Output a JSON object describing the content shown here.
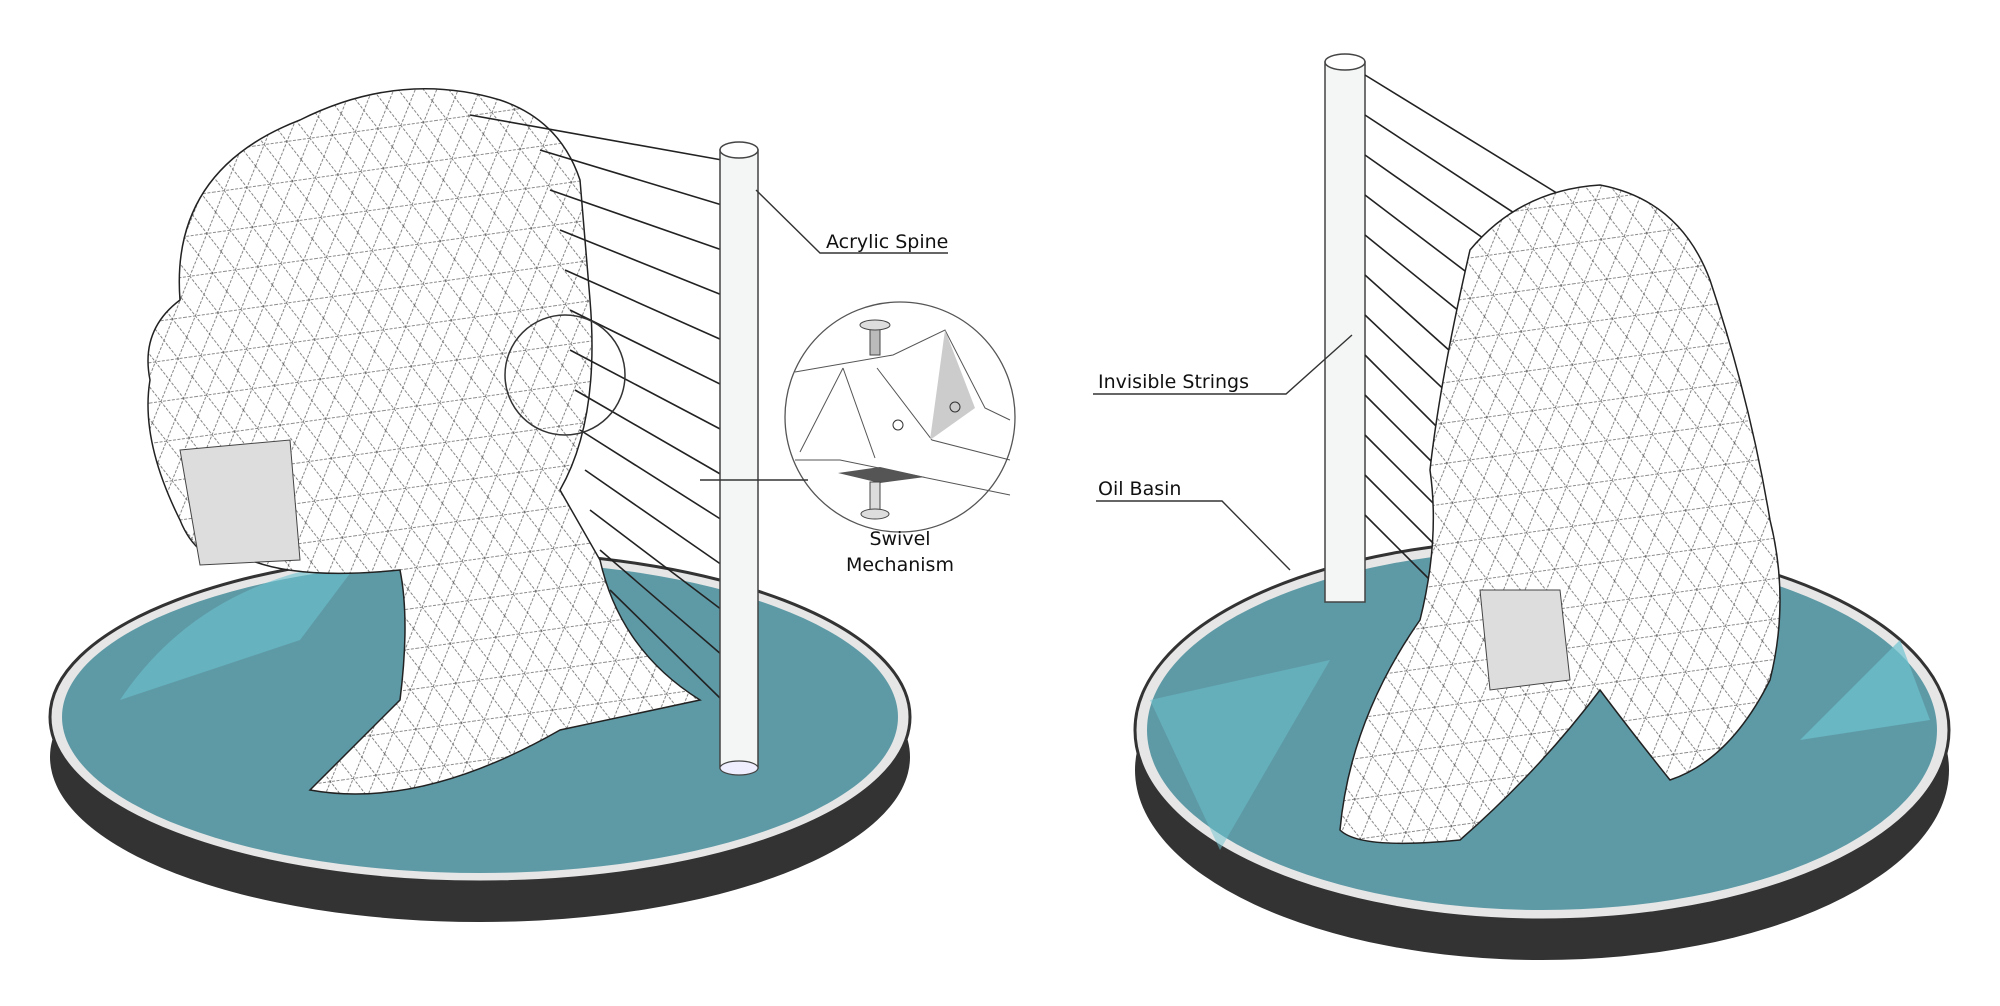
{
  "labels": {
    "acrylic_spine": "Acrylic Spine",
    "swivel_line1": "Swivel",
    "swivel_line2": "Mechanism",
    "invisible_strings": "Invisible Strings",
    "oil_basin": "Oil Basin"
  },
  "colors": {
    "oil": "#5e9aa6",
    "oil_light": "#6cc3d0",
    "basin_rim": "#2f2f2f",
    "mesh_line": "#555555"
  }
}
